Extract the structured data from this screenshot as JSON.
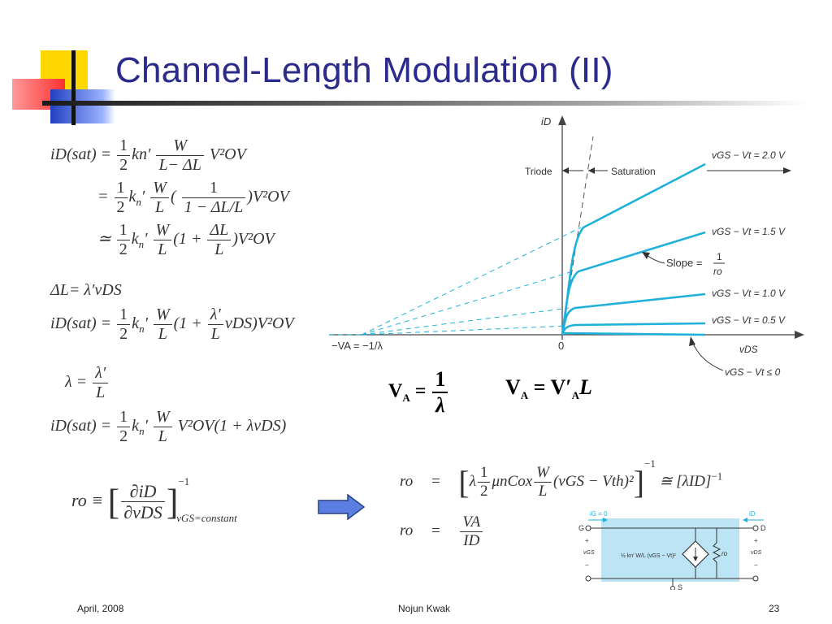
{
  "slide": {
    "title": "Channel-Length Modulation (II)",
    "footer_left": "April, 2008",
    "footer_center": "Nojun Kwak",
    "footer_right": "23"
  },
  "colors": {
    "title": "#2b2b8c",
    "curve": "#1fb1d9",
    "arrow_fill": "#5a7fe0",
    "circuit_bg": "#bde4f4",
    "deco_yellow": "#ffd700",
    "deco_red": "#ff4040",
    "deco_blue": "#3050d0"
  },
  "equations": {
    "a": {
      "lhs": "iD(sat)",
      "coef": "1",
      "coef_den": "2",
      "kn": "kn′",
      "W": "W",
      "den": "L− ΔL",
      "tail": "V²OV"
    },
    "b": {
      "W": "W",
      "L": "L",
      "one": "1",
      "den": "1 − ΔL/L",
      "tail": ")V²OV"
    },
    "c": {
      "W": "W",
      "L": "L",
      "dL": "ΔL",
      "tail": ")V²OV"
    },
    "d": "ΔL= λ′vDS",
    "e": {
      "lhs": "iD(sat)",
      "W": "W",
      "L": "L",
      "lam": "λ′",
      "tail": "vDS)V²OV"
    },
    "f": {
      "lhs": "λ =",
      "num": "λ′",
      "den": "L"
    },
    "g": {
      "lhs": "iD(sat)",
      "W": "W",
      "L": "L",
      "tail": "V²OV(1 + λvDS)"
    },
    "h": {
      "lhs": "ro ≡",
      "num": "∂iD",
      "den": "∂vDS",
      "sup": "−1",
      "sub": "vGS=constant"
    }
  },
  "va_eq1": {
    "lhs": "V",
    "lhs_sub": "A",
    "num": "1",
    "den": "λ"
  },
  "va_eq2": {
    "lhs": "V",
    "lhs_sub": "A",
    "rhs": "V′",
    "rhs_sub": "A",
    "L": "L"
  },
  "ro_eqs": {
    "row1": {
      "lhs": "ro",
      "eq": "=",
      "lam": "λ",
      "half_num": "1",
      "half_den": "2",
      "mu": "μnCox",
      "W": "W",
      "L": "L",
      "paren": "(vGS − Vth)²",
      "sup": "−1",
      "approx": "≅ [λID]",
      "approx_sup": "−1"
    },
    "row2": {
      "lhs": "ro",
      "eq": "=",
      "num": "VA",
      "den": "ID"
    }
  },
  "graph": {
    "y_label": "iD",
    "x_label": "vDS",
    "origin_label": "0",
    "va_label": "−VA = −1/λ",
    "triode": "Triode",
    "saturation": "Saturation",
    "slope_label": "Slope =",
    "slope_num": "1",
    "slope_den": "ro",
    "curves": [
      {
        "label": "vGS − Vt = 2.0 V"
      },
      {
        "label": "vGS − Vt = 1.5 V"
      },
      {
        "label": "vGS − Vt = 1.0 V"
      },
      {
        "label": "vGS − Vt = 0.5 V"
      },
      {
        "label": "vGS − Vt ≤ 0"
      }
    ]
  },
  "circuit": {
    "ig": "iG = 0",
    "id": "iD",
    "G": "G",
    "D": "D",
    "S": "S",
    "plus_l": "+",
    "vgs": "vGS",
    "minus_l": "−",
    "plus_r": "+",
    "vds": "vDS",
    "minus_r": "−",
    "src": "½ kn′ W/L (vGS − Vt)²",
    "ro": "ro"
  }
}
